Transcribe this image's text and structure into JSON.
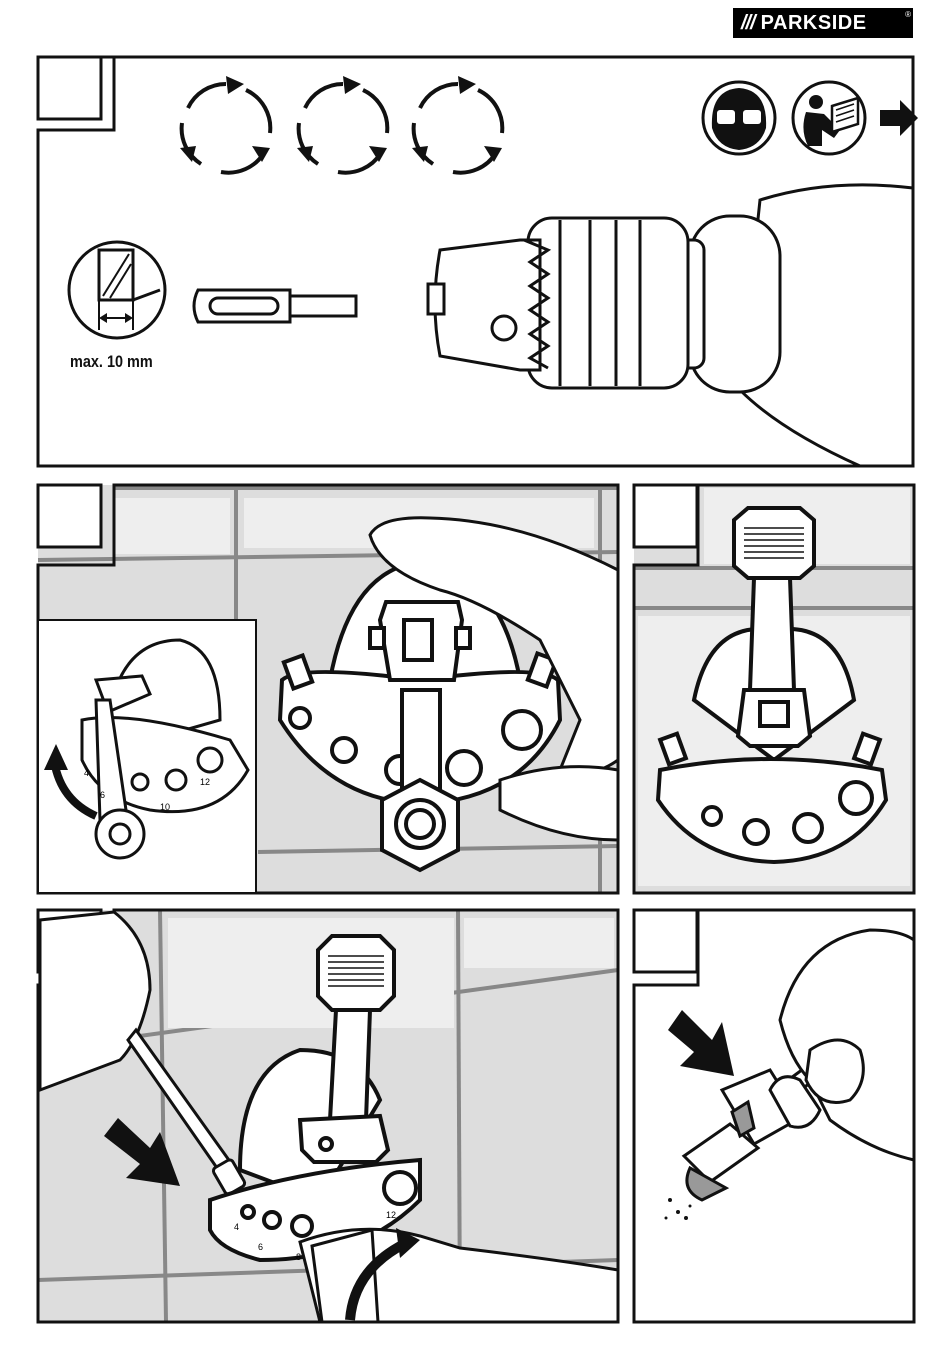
{
  "brand": {
    "slashes": "///",
    "name": "PARKSIDE",
    "registered": "®"
  },
  "panel1": {
    "max_label": "max. 10 mm"
  },
  "panel2": {
    "inset_numbers": [
      "4",
      "6",
      "10",
      "12"
    ]
  },
  "panel4": {
    "numbers": [
      "4",
      "6",
      "8",
      "12"
    ]
  },
  "icons": [
    "rotation-arrows-icon",
    "safety-goggles-icon",
    "read-manual-icon",
    "right-arrow-icon",
    "curved-arrow-icon",
    "push-arrow-icon"
  ]
}
